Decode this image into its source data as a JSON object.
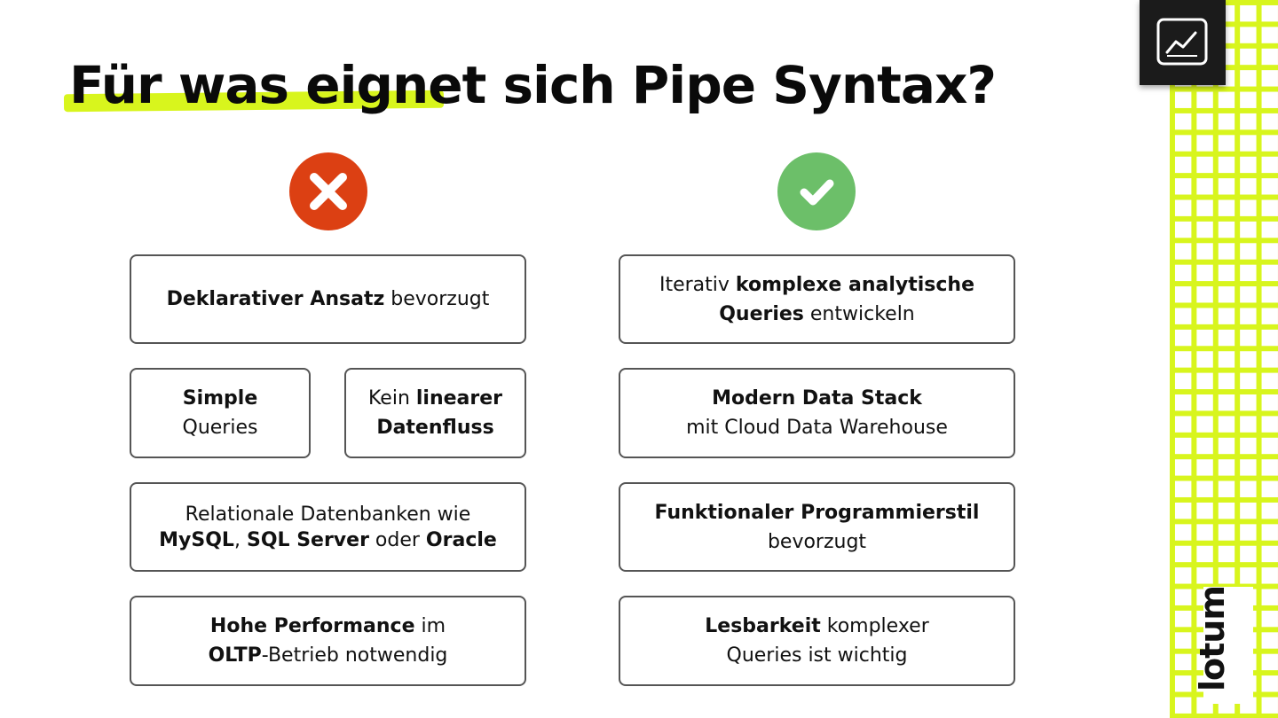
{
  "slide": {
    "title": "Für was eignet sich Pipe Syntax?",
    "logo_text": "lotum",
    "accent_color": "#d8f51d",
    "negative_color": "#dc4013",
    "positive_color": "#6cbf69"
  },
  "icons": {
    "corner": "line-chart-icon",
    "negative": "x-circle-icon",
    "positive": "check-circle-icon"
  },
  "negative": {
    "c1": {
      "a": "Deklarativer Ansatz",
      "b": " bevorzugt"
    },
    "c2": {
      "a": "Simple",
      "b": "Queries"
    },
    "c3": {
      "a": "Kein ",
      "b": "linearer",
      "c": "Datenfluss"
    },
    "c4": {
      "a": "Relationale Datenbanken wie",
      "b": "MySQL",
      "c": ", ",
      "d": "SQL Server",
      "e": " oder ",
      "f": "Oracle"
    },
    "c5": {
      "a": "Hohe Performance",
      "b": " im",
      "c": "OLTP",
      "d": "-Betrieb notwendig"
    }
  },
  "positive": {
    "c1": {
      "a": "Iterativ ",
      "b": "komplexe analytische",
      "c": "Queries",
      "d": " entwickeln"
    },
    "c2": {
      "a": "Modern Data Stack",
      "b": "mit Cloud Data Warehouse"
    },
    "c3": {
      "a": "Funktionaler Programmierstil",
      "b": "bevorzugt"
    },
    "c4": {
      "a": "Lesbarkeit",
      "b": " komplexer",
      "c": "Queries ist wichtig"
    }
  }
}
